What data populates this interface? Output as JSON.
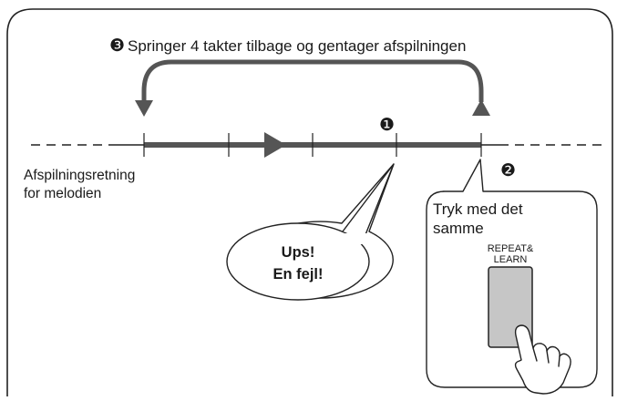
{
  "header": {
    "step_marker": "❸",
    "text": "Springer 4 takter tilbage og gentager afspilningen"
  },
  "direction_label": {
    "line1": "Afspilningsretning",
    "line2": "for melodien"
  },
  "error_marker": "❶",
  "press_marker": "❷",
  "speech_bubble": {
    "line1": "Ups!",
    "line2": "En fejl!"
  },
  "instruction": {
    "line1": "Tryk med det",
    "line2": "samme"
  },
  "repeat_button": {
    "label_line1": "REPEAT&",
    "label_line2": "LEARN"
  },
  "colors": {
    "track": "#555555",
    "button_fill": "#c6c6c6",
    "outline": "#222222"
  }
}
